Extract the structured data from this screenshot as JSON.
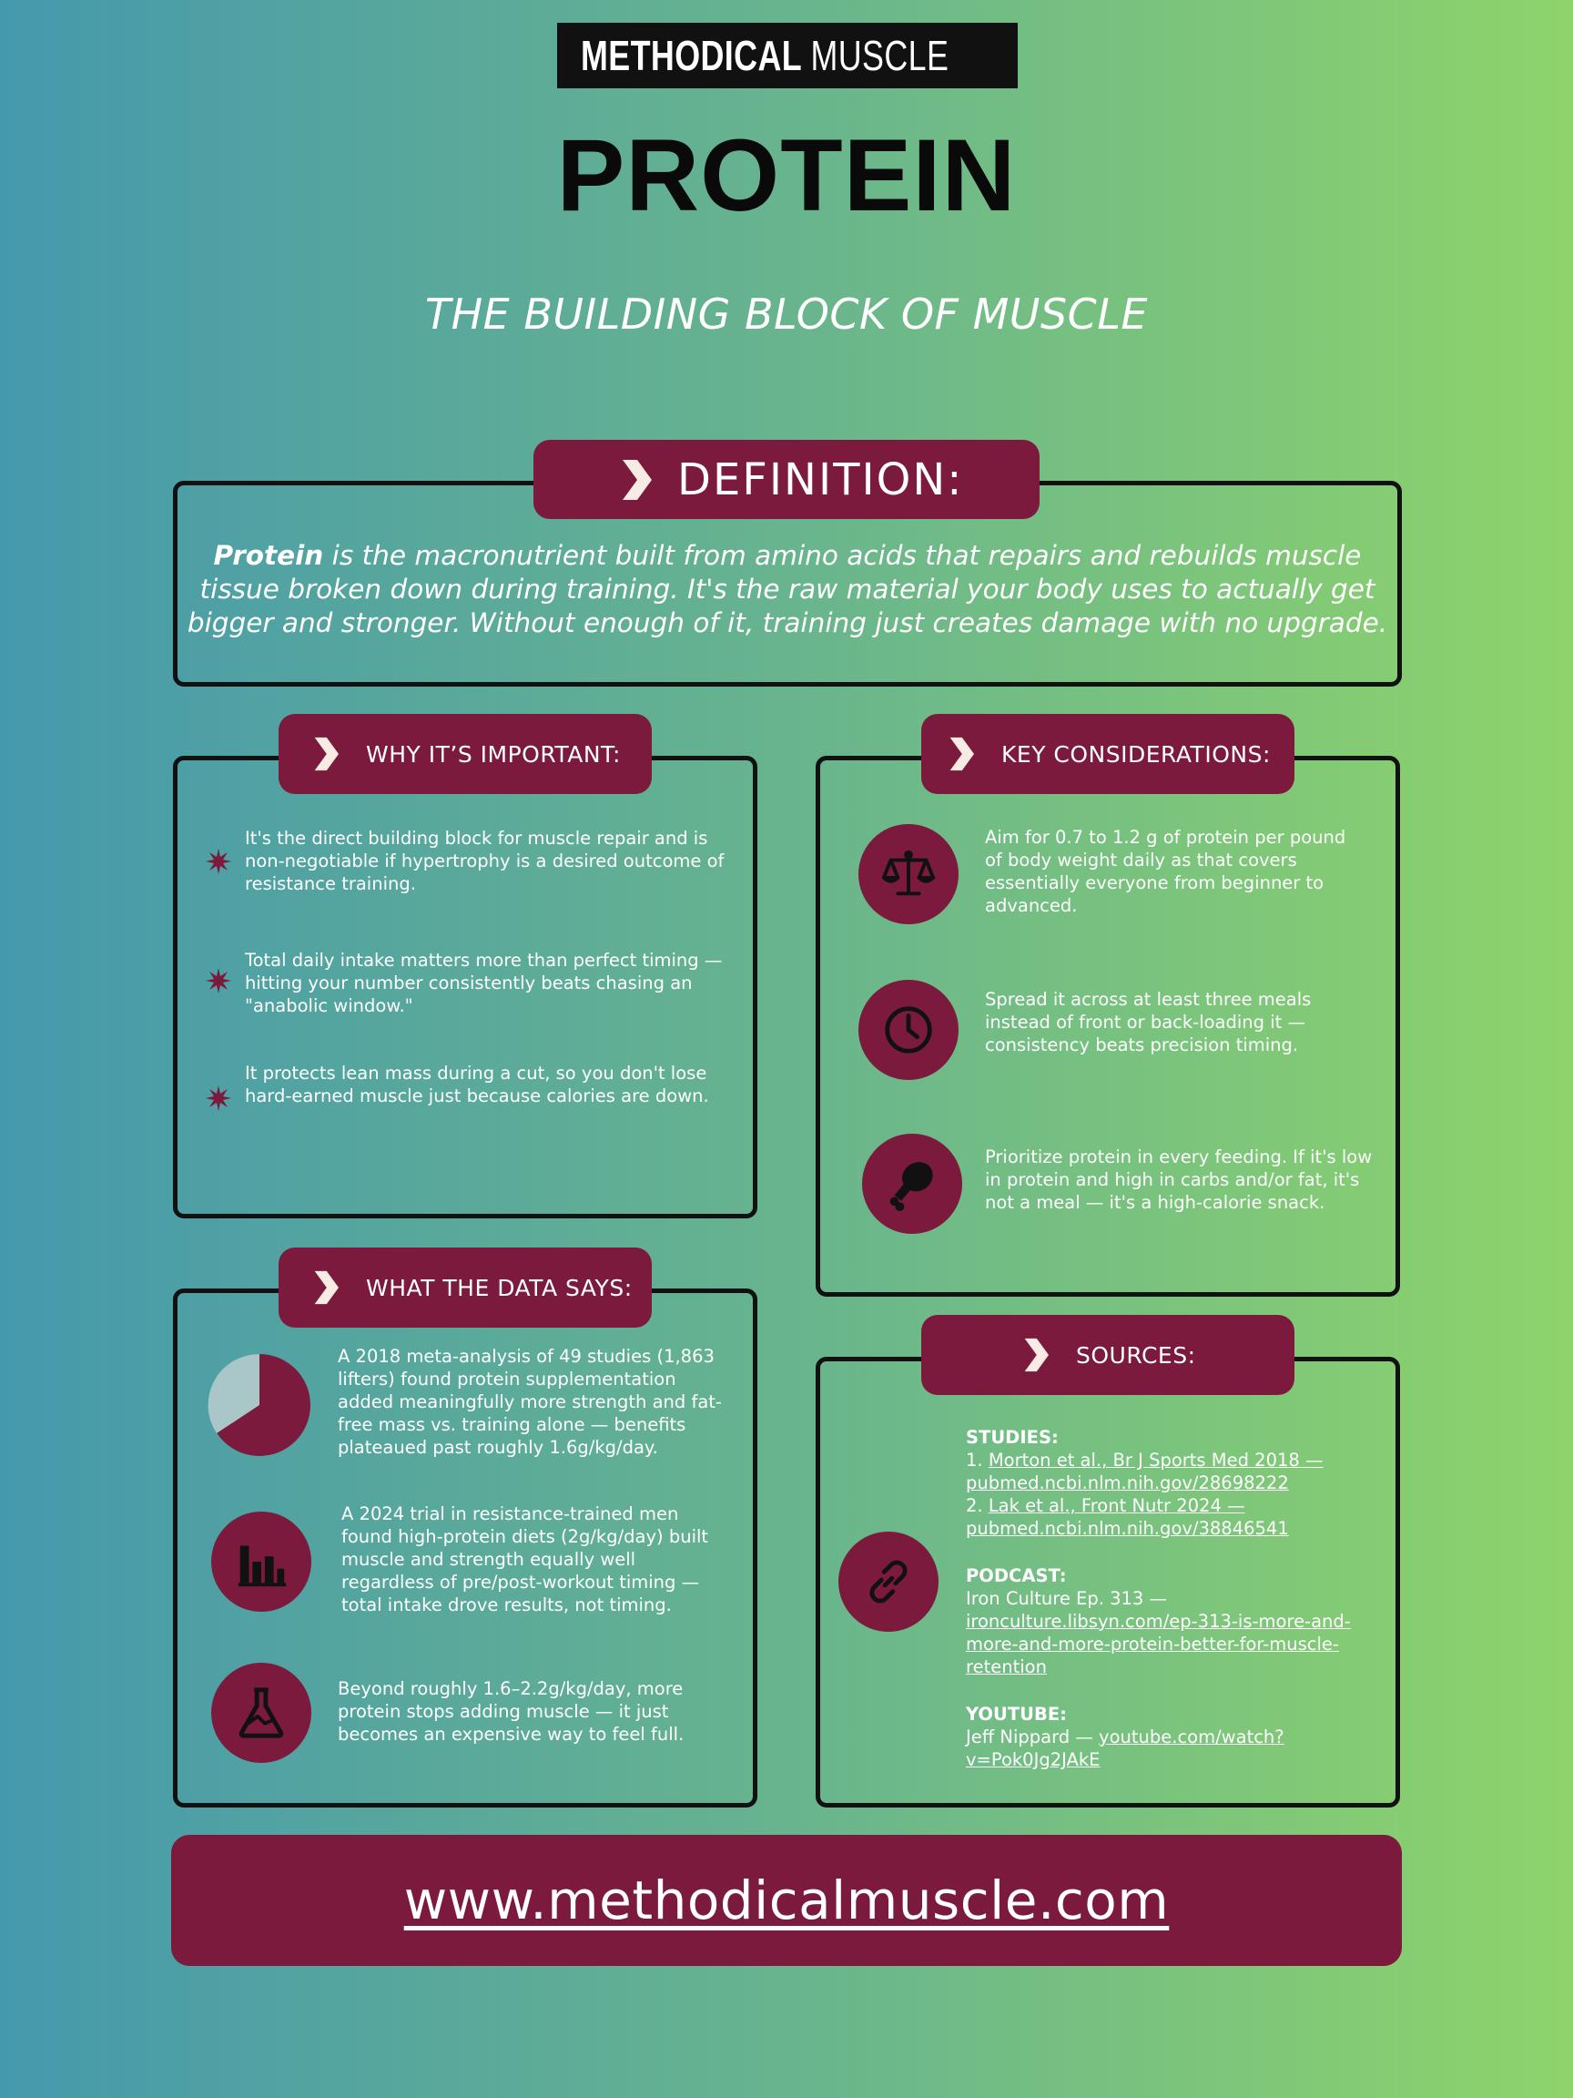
{
  "brand": {
    "logo_bold": "METHODICAL",
    "logo_light": "MUSCLE"
  },
  "title": "PROTEIN",
  "subtitle": "THE BUILDING BLOCK OF MUSCLE",
  "definition": {
    "header": "DEFINITION:",
    "term": "Protein",
    "text": " is the macronutrient built from amino acids that repairs and rebuilds muscle tissue broken down during training. It's the raw material your body uses to actually get bigger and stronger. Without enough of it, training just creates damage with no upgrade."
  },
  "why_important": {
    "header": "WHY IT’S IMPORTANT:",
    "items": [
      "It's the direct building block for muscle repair and is non-negotiable if hypertrophy is a desired outcome of resistance training.",
      "Total daily intake matters more than perfect timing — hitting your number consistently beats chasing an \"anabolic window.\"",
      "It protects lean mass during a cut, so you don't lose hard-earned muscle just because calories are down."
    ]
  },
  "key_considerations": {
    "header": "KEY CONSIDERATIONS:",
    "items": [
      {
        "icon": "scale-icon",
        "text": "Aim for 0.7 to 1.2 g of protein per pound of body weight daily as that covers essentially everyone from beginner to advanced."
      },
      {
        "icon": "clock-icon",
        "text": "Spread it across at least three meals instead of front or back-loading it — consistency beats precision timing."
      },
      {
        "icon": "drumstick-icon",
        "text": "Prioritize protein in every feeding. If it's low in protein and high in carbs and/or fat, it's not a meal — it's a high-calorie snack."
      }
    ]
  },
  "data_says": {
    "header": "WHAT THE DATA SAYS:",
    "items": [
      {
        "icon": "pie-chart-icon",
        "text": "A 2018 meta-analysis of 49 studies (1,863 lifters) found protein supplementation added meaningfully more strength and fat-free mass vs. training alone — benefits plateaued past roughly 1.6g/kg/day."
      },
      {
        "icon": "bar-chart-icon",
        "text": "A 2024 trial in resistance-trained men found high-protein diets (2g/kg/day) built muscle and strength equally well regardless of pre/post-workout timing — total intake drove results, not timing."
      },
      {
        "icon": "flask-icon",
        "text": "Beyond roughly 1.6–2.2g/kg/day, more protein stops adding muscle — it just becomes an expensive way to feel full."
      }
    ]
  },
  "sources": {
    "header": "SOURCES:",
    "studies_heading": "STUDIES:",
    "study1_num": "1. ",
    "study1_link": "Morton et al., Br J Sports Med 2018 — pubmed.ncbi.nlm.nih.gov/28698222",
    "study2_num": "2. ",
    "study2_link": "Lak et al., Front Nutr 2024 — pubmed.ncbi.nlm.nih.gov/38846541",
    "podcast_heading": "PODCAST:",
    "podcast_name": "Iron Culture Ep. 313 — ",
    "podcast_link": "ironculture.libsyn.com/ep-313-is-more-and-more-and-more-protein-better-for-muscle-retention",
    "youtube_heading": "YOUTUBE:",
    "youtube_name": "Jeff Nippard — ",
    "youtube_link": "youtube.com/watch?v=Pok0Jg2JAkE"
  },
  "footer": {
    "url": "www.methodicalmuscle.com"
  },
  "colors": {
    "accent": "#7b1a3d",
    "border": "#111111",
    "gradient_left": "#4599ad",
    "gradient_right": "#8ed46b"
  }
}
